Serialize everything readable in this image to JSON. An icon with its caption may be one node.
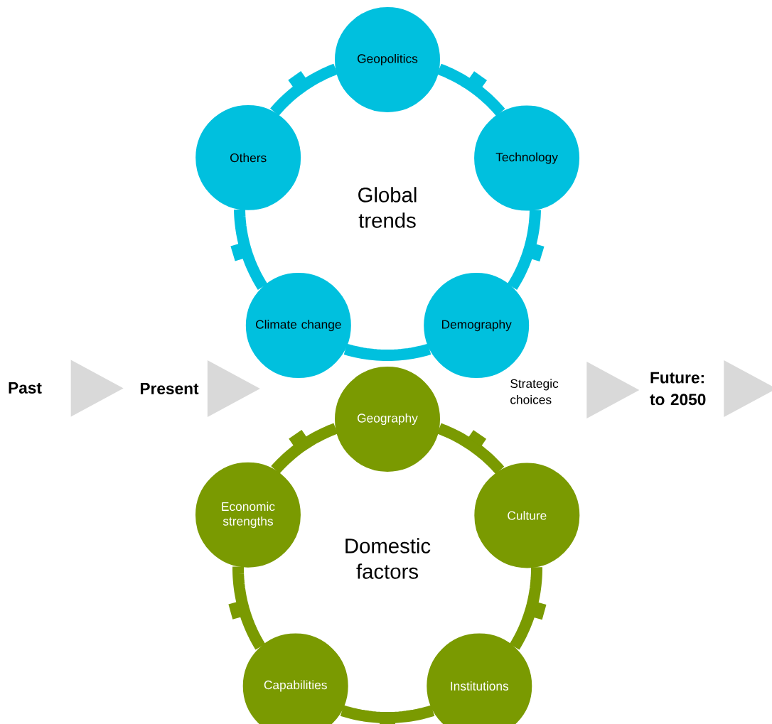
{
  "diagram": {
    "nodes": [
      {
        "text": [
          "Past"
        ]
      },
      {
        "text": [
          "Present"
        ]
      },
      {
        "text": [
          "Geopolitics"
        ]
      },
      {
        "text": [
          "Technology"
        ]
      },
      {
        "text": [
          "Demography"
        ]
      },
      {
        "text": [
          "Climate change"
        ]
      },
      {
        "text": [
          "Others"
        ]
      },
      {
        "text": [
          "Strategic choices"
        ]
      },
      {
        "text": [
          "Future: to 2050"
        ]
      },
      {
        "text": [
          "Geography"
        ]
      },
      {
        "text": [
          "Culture"
        ]
      },
      {
        "text": [
          "Institutions"
        ]
      },
      {
        "text": [
          "Capabilities"
        ]
      },
      {
        "text": [
          "Economic strengths"
        ]
      }
    ],
    "edges": [
      {
        "from": 0,
        "to": 1,
        "arrow": "to",
        "color": "#d9d9d9"
      },
      {
        "from": 1,
        "to": null,
        "arrow": "to",
        "color": "#d9d9d9"
      },
      {
        "from": 7,
        "to": 8,
        "arrow": "to",
        "color": "#d9d9d9"
      },
      {
        "from": 8,
        "to": null,
        "arrow": "to",
        "color": "#d9d9d9"
      },
      {
        "from": 2,
        "to": 3,
        "arrow": "none",
        "color": "#00c0de"
      },
      {
        "from": 3,
        "to": 4,
        "arrow": "none",
        "color": "#00c0de"
      },
      {
        "from": 4,
        "to": 5,
        "arrow": "none",
        "color": "#00c0de"
      },
      {
        "from": 5,
        "to": 6,
        "arrow": "none",
        "color": "#00c0de"
      },
      {
        "from": 6,
        "to": 2,
        "arrow": "none",
        "color": "#00c0de"
      },
      {
        "from": 9,
        "to": 10,
        "arrow": "none",
        "color": "#7a9a01"
      },
      {
        "from": 10,
        "to": 11,
        "arrow": "none",
        "color": "#7a9a01"
      },
      {
        "from": 11,
        "to": 12,
        "arrow": "none",
        "color": "#7a9a01"
      },
      {
        "from": 12,
        "to": 13,
        "arrow": "none",
        "color": "#7a9a01"
      },
      {
        "from": 13,
        "to": 9,
        "arrow": "none",
        "color": "#7a9a01"
      }
    ],
    "labels": [
      "Global trends",
      "Domestic factors"
    ]
  }
}
